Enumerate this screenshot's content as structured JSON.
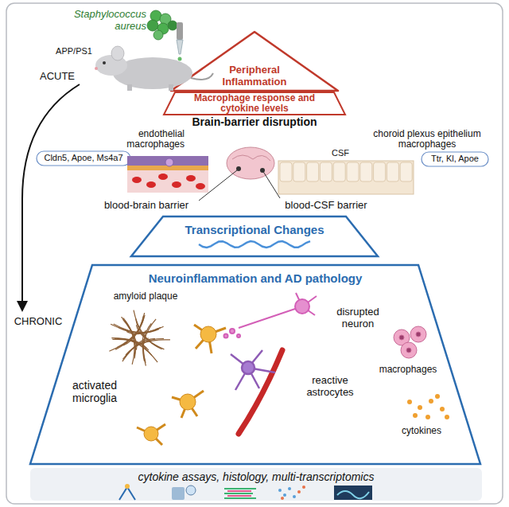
{
  "diagram": {
    "nodes": [
      {
        "text": [
          "Peripheral Inflammation"
        ]
      },
      {
        "text": [
          "Macrophage response and cytokine levels"
        ]
      },
      {
        "text": [
          "Cldn5, Apoe, Ms4a7"
        ]
      },
      {
        "text": [
          "Ttr, Kl, Apoe"
        ]
      },
      {
        "text": [
          "Transcriptional Changes"
        ]
      },
      {
        "text": [
          "Neuroinflammation and AD pathology"
        ]
      },
      {
        "text": [
          "cytokine assays, histology, multi-transcriptomics"
        ]
      }
    ],
    "labels": [
      "Staphylococcus aureus",
      "APP/PS1",
      "ACUTE",
      "CHRONIC",
      "Brain-barrier disruption",
      "endothelial macrophages",
      "choroid plexus epithelium macrophages",
      "CSF",
      "blood-brain barrier",
      "blood-CSF barrier",
      "amyloid plaque",
      "activated microglia",
      "disrupted neuron",
      "reactive astrocytes",
      "macrophages",
      "cytokines"
    ]
  }
}
